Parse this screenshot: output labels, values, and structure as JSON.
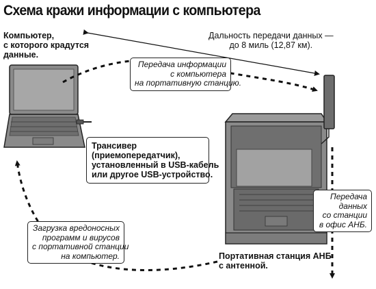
{
  "title": "Схема кражи информации с компьютера",
  "labels": {
    "computer": [
      "Компьютер,",
      "с которого крадутся",
      "данные."
    ],
    "range": [
      "Дальность передачи данных —",
      "до 8 миль (12,87 км)."
    ],
    "transfer_to_station": [
      "Передача информации",
      "с компьютера",
      "на портативную станцию."
    ],
    "transceiver": [
      "Трансивер",
      "(приемопередатчик),",
      "установленный в USB-кабель",
      "или другое USB-устройство."
    ],
    "transfer_to_office": [
      "Передача",
      "данных",
      "со станции",
      "в офис АНБ."
    ],
    "station": [
      "Портативная станция АНБ",
      "с антенной."
    ],
    "malware_upload": [
      "Загрузка вредоносных",
      "программ и вирусов",
      "с портативной станции",
      "на компьютер."
    ]
  },
  "colors": {
    "ink": "#111111",
    "device_gray": "#8a8a8a",
    "device_dark": "#3a3a3a",
    "screen": "#9b9b9b"
  }
}
